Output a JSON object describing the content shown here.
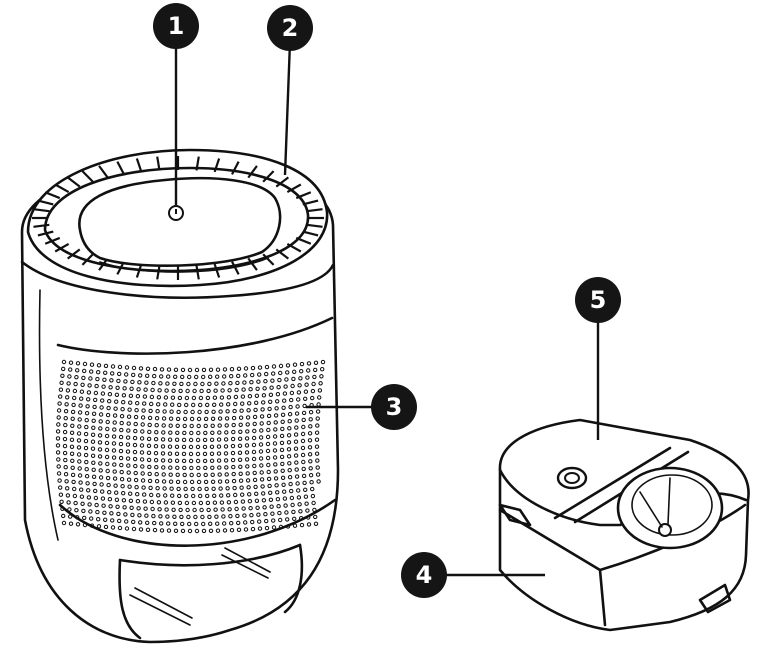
{
  "colors": {
    "line": "#111111",
    "badge": "#151515",
    "badge_text": "#ffffff",
    "background": "#ffffff"
  },
  "callouts": [
    {
      "id": "1",
      "label": "1"
    },
    {
      "id": "2",
      "label": "2"
    },
    {
      "id": "3",
      "label": "3"
    },
    {
      "id": "4",
      "label": "4"
    },
    {
      "id": "5",
      "label": "5"
    }
  ]
}
